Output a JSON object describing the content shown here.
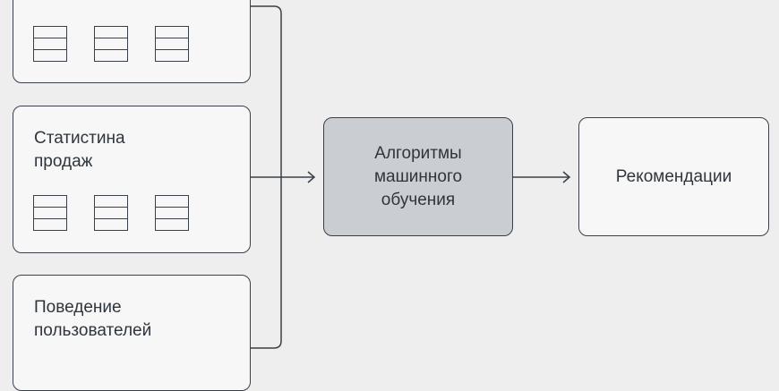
{
  "diagram": {
    "sources": [
      {
        "label": "",
        "has_table_icons": true,
        "cut_off_top": true
      },
      {
        "label": "Статистина\nпродаж",
        "has_table_icons": true
      },
      {
        "label": "Поведение\nпользователей",
        "has_table_icons": false
      }
    ],
    "processor": {
      "label": "Алгоритмы\nмашинного\nобучения"
    },
    "output": {
      "label": "Рекомендации"
    },
    "colors": {
      "background": "#eeeeee",
      "stroke": "#3a4049",
      "text": "#2f353d",
      "box_fill": "#f7f7f7",
      "processor_fill": "#caced3"
    },
    "icons": [
      "table-icon",
      "arrow-right-icon"
    ]
  }
}
